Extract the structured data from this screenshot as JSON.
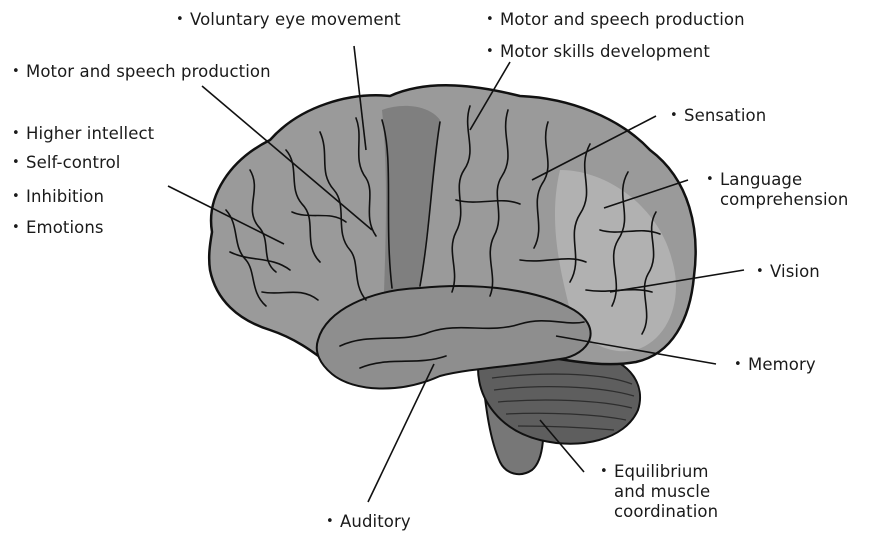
{
  "diagram": {
    "bullet": "•",
    "labels": {
      "voluntary_eye_movement": "Voluntary eye movement",
      "motor_speech_right": "Motor and speech production",
      "motor_skills": "Motor skills development",
      "motor_speech_left": "Motor and speech production",
      "sensation": "Sensation",
      "higher_intellect": "Higher intellect",
      "self_control": "Self-control",
      "inhibition": "Inhibition",
      "emotions": "Emotions",
      "language_line1": "Language",
      "language_line2": "comprehension",
      "vision": "Vision",
      "memory": "Memory",
      "equilibrium_line1": "Equilibrium",
      "equilibrium_line2": "and muscle",
      "equilibrium_line3": "coordination",
      "auditory": "Auditory"
    },
    "colors": {
      "text": "#1a1a1a",
      "outline": "#111111",
      "cortex": "#9a9a9a",
      "cortex_light": "#b8b8b8",
      "motor_strip": "#7c7c7c",
      "temporal": "#8e8e8e",
      "cerebellum": "#5e5e5e",
      "brainstem": "#777777"
    }
  }
}
